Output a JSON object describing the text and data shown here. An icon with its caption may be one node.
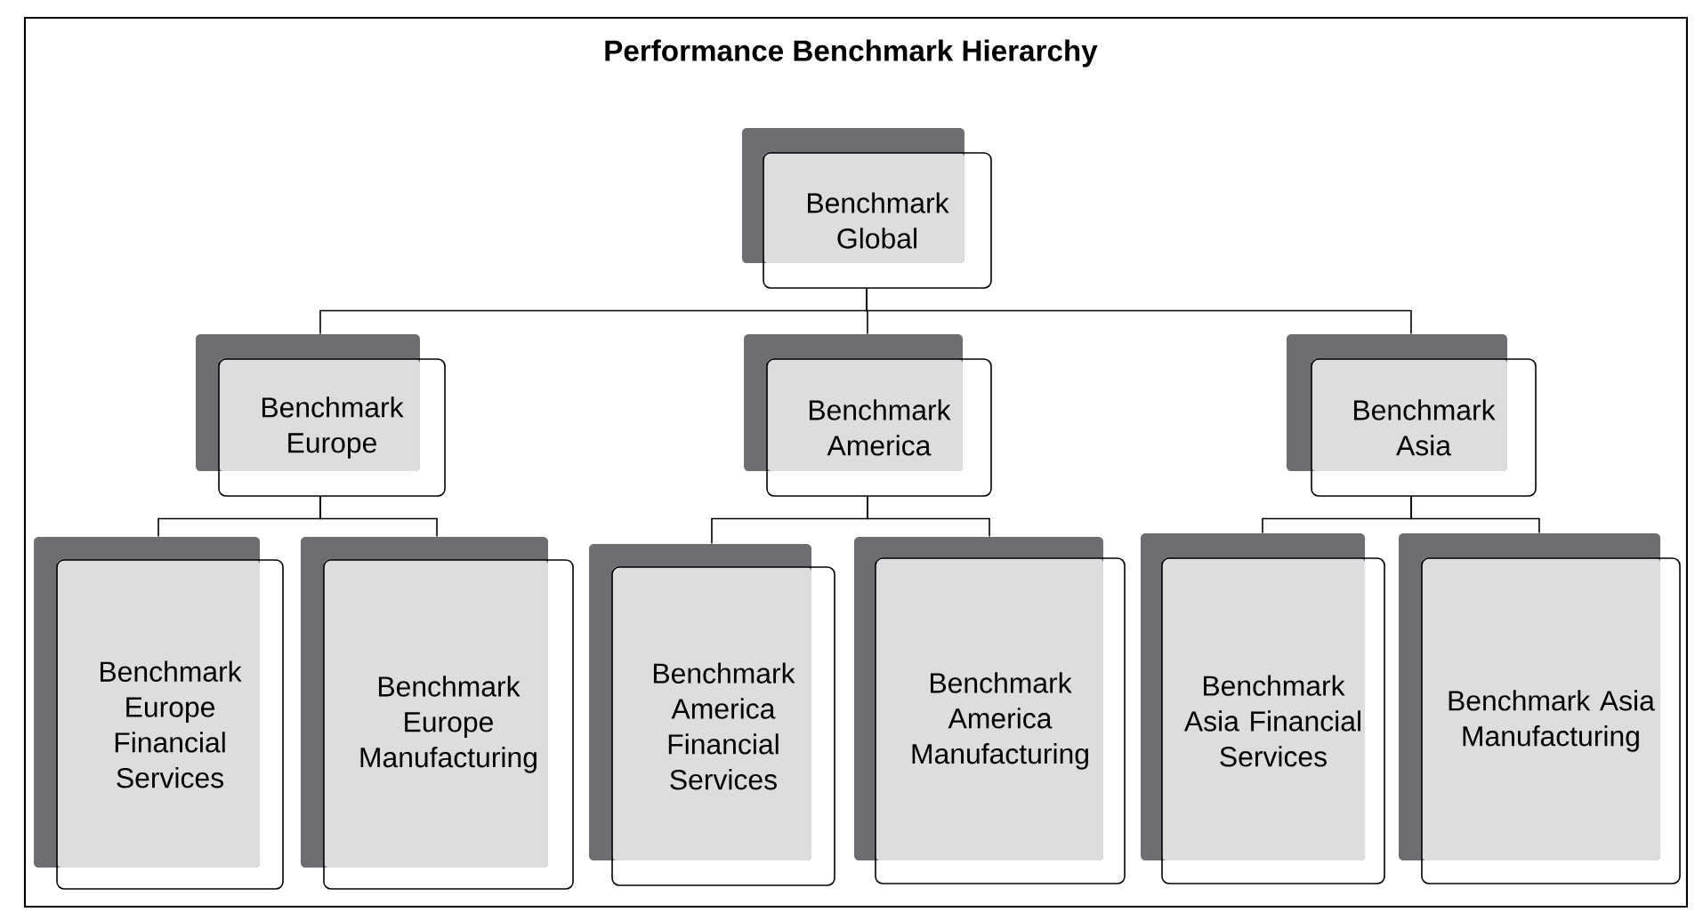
{
  "diagram": {
    "title": "Performance Benchmark Hierarchy",
    "nodes": [
      {
        "text": [
          "Benchmark Global"
        ]
      },
      {
        "text": [
          "Benchmark Europe"
        ]
      },
      {
        "text": [
          "Benchmark America"
        ]
      },
      {
        "text": [
          "Benchmark Asia"
        ]
      },
      {
        "text": [
          "Benchmark Europe Financial Services"
        ]
      },
      {
        "text": [
          "Benchmark Europe Manufacturing"
        ]
      },
      {
        "text": [
          "Benchmark America Financial Services"
        ]
      },
      {
        "text": [
          "Benchmark America Manufacturing"
        ]
      },
      {
        "text": [
          "Benchmark Asia Financial Services"
        ]
      },
      {
        "text": [
          "Benchmark Asia Manufacturing"
        ]
      }
    ],
    "edges": [
      {
        "from": 0,
        "to": 1,
        "arrow": "none"
      },
      {
        "from": 0,
        "to": 2,
        "arrow": "none"
      },
      {
        "from": 0,
        "to": 3,
        "arrow": "none"
      },
      {
        "from": 1,
        "to": 4,
        "arrow": "none"
      },
      {
        "from": 1,
        "to": 5,
        "arrow": "none"
      },
      {
        "from": 2,
        "to": 6,
        "arrow": "none"
      },
      {
        "from": 2,
        "to": 7,
        "arrow": "none"
      },
      {
        "from": 3,
        "to": 8,
        "arrow": "none"
      },
      {
        "from": 3,
        "to": 9,
        "arrow": "none"
      }
    ]
  }
}
